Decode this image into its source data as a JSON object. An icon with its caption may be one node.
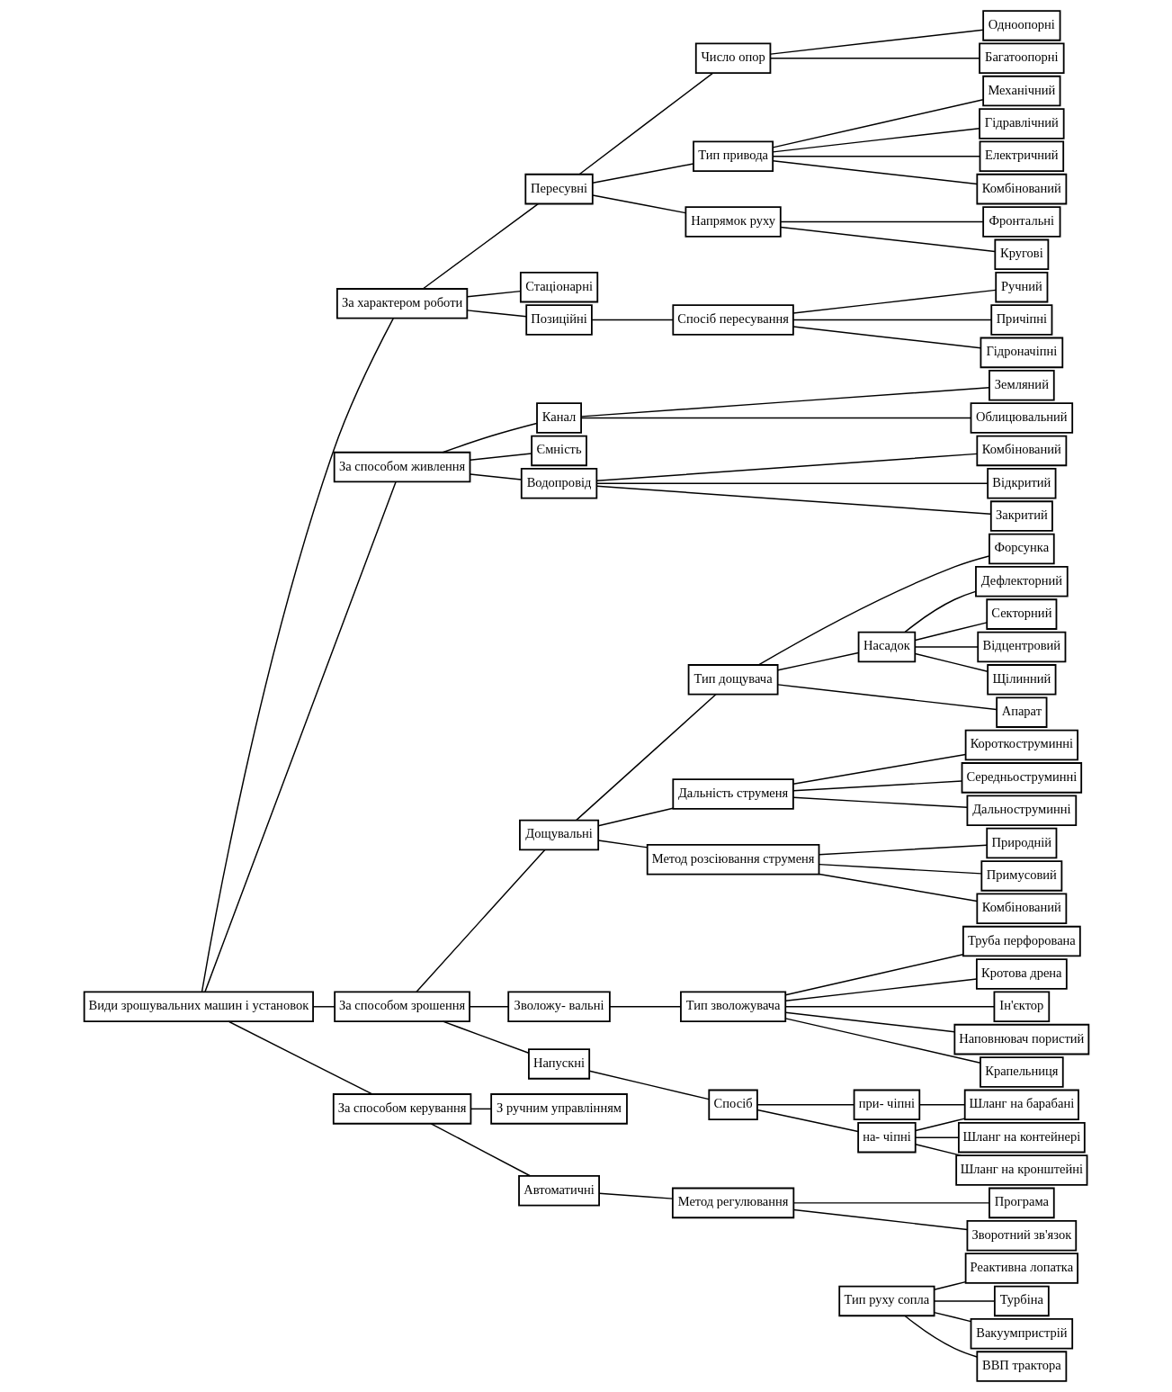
{
  "diagram": {
    "nodes": [
      {
        "text": [
          "Види зрошувальних машин і установок"
        ]
      },
      {
        "text": [
          "За характером роботи"
        ]
      },
      {
        "text": [
          "За способом живлення"
        ]
      },
      {
        "text": [
          "За способом зрошення"
        ]
      },
      {
        "text": [
          "За способом керування"
        ]
      },
      {
        "text": [
          "Пересувні"
        ]
      },
      {
        "text": [
          "Стаціонарні"
        ]
      },
      {
        "text": [
          "Позиційні"
        ]
      },
      {
        "text": [
          "Канал"
        ]
      },
      {
        "text": [
          "Ємність"
        ]
      },
      {
        "text": [
          "Водопровід"
        ]
      },
      {
        "text": [
          "Дощувальні"
        ]
      },
      {
        "text": [
          "Зволожу- вальні"
        ]
      },
      {
        "text": [
          "Напускні"
        ]
      },
      {
        "text": [
          "З ручним управлінням"
        ]
      },
      {
        "text": [
          "Автоматичні"
        ]
      },
      {
        "text": [
          "Число опор"
        ]
      },
      {
        "text": [
          "Тип привода"
        ]
      },
      {
        "text": [
          "Напрямок руху"
        ]
      },
      {
        "text": [
          "Спосіб пересування"
        ]
      },
      {
        "text": [
          "Земляний"
        ]
      },
      {
        "text": [
          "Облицювальний"
        ]
      },
      {
        "text": [
          "Комбінований"
        ]
      },
      {
        "text": [
          "Відкритий"
        ]
      },
      {
        "text": [
          "Закритий"
        ]
      },
      {
        "text": [
          "Тип дощувача"
        ]
      },
      {
        "text": [
          "Дальність струменя"
        ]
      },
      {
        "text": [
          "Метод розсіювання струменя"
        ]
      },
      {
        "text": [
          "Тип зволожувача"
        ]
      },
      {
        "text": [
          "Спосіб"
        ]
      },
      {
        "text": [
          "Метод регулювання"
        ]
      },
      {
        "text": [
          "Одноопорні"
        ]
      },
      {
        "text": [
          "Багатоопорні"
        ]
      },
      {
        "text": [
          "Фронтальні"
        ]
      },
      {
        "text": [
          "Кругові"
        ]
      },
      {
        "text": [
          "Ручний"
        ]
      },
      {
        "text": [
          "Причіпні"
        ]
      },
      {
        "text": [
          "Гідроначіпні"
        ]
      },
      {
        "text": [
          "Форсунка"
        ]
      },
      {
        "text": [
          "Насадок"
        ]
      },
      {
        "text": [
          "Апарат"
        ]
      },
      {
        "text": [
          "Короткоструминні"
        ]
      },
      {
        "text": [
          "Середньоструминні"
        ]
      },
      {
        "text": [
          "Дальноструминні"
        ]
      },
      {
        "text": [
          "Природній"
        ]
      },
      {
        "text": [
          "Примусовий"
        ]
      },
      {
        "text": [
          "Комбінований"
        ]
      },
      {
        "text": [
          "при- чіпні"
        ]
      },
      {
        "text": [
          "на- чіпні"
        ]
      },
      {
        "text": [
          "Програма"
        ]
      },
      {
        "text": [
          "Зворотний зв'язок"
        ]
      },
      {
        "text": [
          "Шланг на барабані"
        ]
      },
      {
        "text": [
          "Шланг на контейнері"
        ]
      },
      {
        "text": [
          "Шланг на кронштейні"
        ]
      },
      {
        "text": [
          "Механічний"
        ]
      },
      {
        "text": [
          "Гідравлічний"
        ]
      },
      {
        "text": [
          "Електричний"
        ]
      },
      {
        "text": [
          "Комбінований"
        ]
      },
      {
        "text": [
          "Дефлекторний"
        ]
      },
      {
        "text": [
          "Секторний"
        ]
      },
      {
        "text": [
          "Відцентровий"
        ]
      },
      {
        "text": [
          "Щілинний"
        ]
      },
      {
        "text": [
          "Тип руху сопла"
        ]
      },
      {
        "text": [
          "Реактивна лопатка"
        ]
      },
      {
        "text": [
          "Турбіна"
        ]
      },
      {
        "text": [
          "Вакуумпристрій"
        ]
      },
      {
        "text": [
          "ВВП трактора"
        ]
      },
      {
        "text": [
          "Труба перфорована"
        ]
      },
      {
        "text": [
          "Кротова дрена"
        ]
      },
      {
        "text": [
          "Ін'єктор"
        ]
      },
      {
        "text": [
          "Наповнювач пористий"
        ]
      },
      {
        "text": [
          "Крапельниця"
        ]
      }
    ],
    "edges": [
      {
        "from": 0,
        "to": 1,
        "arrow": "none"
      },
      {
        "from": 0,
        "to": 2,
        "arrow": "none"
      },
      {
        "from": 0,
        "to": 3,
        "arrow": "none"
      },
      {
        "from": 0,
        "to": 4,
        "arrow": "none"
      },
      {
        "from": 1,
        "to": 5,
        "arrow": "none"
      },
      {
        "from": 1,
        "to": 6,
        "arrow": "none"
      },
      {
        "from": 1,
        "to": 7,
        "arrow": "none"
      },
      {
        "from": 2,
        "to": 8,
        "arrow": "none"
      },
      {
        "from": 2,
        "to": 9,
        "arrow": "none"
      },
      {
        "from": 2,
        "to": 10,
        "arrow": "none"
      },
      {
        "from": 3,
        "to": 11,
        "arrow": "none"
      },
      {
        "from": 3,
        "to": 12,
        "arrow": "none"
      },
      {
        "from": 3,
        "to": 13,
        "arrow": "none"
      },
      {
        "from": 4,
        "to": 14,
        "arrow": "none"
      },
      {
        "from": 4,
        "to": 15,
        "arrow": "none"
      },
      {
        "from": 5,
        "to": 16,
        "arrow": "none"
      },
      {
        "from": 5,
        "to": 17,
        "arrow": "none"
      },
      {
        "from": 5,
        "to": 18,
        "arrow": "none"
      },
      {
        "from": 7,
        "to": 19,
        "arrow": "none"
      },
      {
        "from": 8,
        "to": 20,
        "arrow": "none"
      },
      {
        "from": 8,
        "to": 21,
        "arrow": "none"
      },
      {
        "from": 10,
        "to": 22,
        "arrow": "none"
      },
      {
        "from": 10,
        "to": 23,
        "arrow": "none"
      },
      {
        "from": 10,
        "to": 24,
        "arrow": "none"
      },
      {
        "from": 11,
        "to": 25,
        "arrow": "none"
      },
      {
        "from": 11,
        "to": 26,
        "arrow": "none"
      },
      {
        "from": 11,
        "to": 27,
        "arrow": "none"
      },
      {
        "from": 12,
        "to": 28,
        "arrow": "none"
      },
      {
        "from": 13,
        "to": 29,
        "arrow": "none"
      },
      {
        "from": 15,
        "to": 30,
        "arrow": "none"
      },
      {
        "from": 16,
        "to": 31,
        "arrow": "none"
      },
      {
        "from": 16,
        "to": 32,
        "arrow": "none"
      },
      {
        "from": 18,
        "to": 33,
        "arrow": "none"
      },
      {
        "from": 18,
        "to": 34,
        "arrow": "none"
      },
      {
        "from": 19,
        "to": 35,
        "arrow": "none"
      },
      {
        "from": 19,
        "to": 36,
        "arrow": "none"
      },
      {
        "from": 19,
        "to": 37,
        "arrow": "none"
      },
      {
        "from": 25,
        "to": 38,
        "arrow": "none"
      },
      {
        "from": 25,
        "to": 39,
        "arrow": "none"
      },
      {
        "from": 25,
        "to": 40,
        "arrow": "none"
      },
      {
        "from": 26,
        "to": 41,
        "arrow": "none"
      },
      {
        "from": 26,
        "to": 42,
        "arrow": "none"
      },
      {
        "from": 26,
        "to": 43,
        "arrow": "none"
      },
      {
        "from": 27,
        "to": 44,
        "arrow": "none"
      },
      {
        "from": 27,
        "to": 45,
        "arrow": "none"
      },
      {
        "from": 27,
        "to": 46,
        "arrow": "none"
      },
      {
        "from": 29,
        "to": 47,
        "arrow": "none"
      },
      {
        "from": 29,
        "to": 48,
        "arrow": "none"
      },
      {
        "from": 30,
        "to": 49,
        "arrow": "none"
      },
      {
        "from": 30,
        "to": 50,
        "arrow": "none"
      },
      {
        "from": 47,
        "to": 51,
        "arrow": "none"
      },
      {
        "from": 48,
        "to": 51,
        "arrow": "none"
      },
      {
        "from": 48,
        "to": 52,
        "arrow": "none"
      },
      {
        "from": 48,
        "to": 53,
        "arrow": "none"
      },
      {
        "from": 17,
        "to": 54,
        "arrow": "none"
      },
      {
        "from": 17,
        "to": 55,
        "arrow": "none"
      },
      {
        "from": 17,
        "to": 56,
        "arrow": "none"
      },
      {
        "from": 17,
        "to": 57,
        "arrow": "none"
      },
      {
        "from": 39,
        "to": 58,
        "arrow": "none"
      },
      {
        "from": 39,
        "to": 59,
        "arrow": "none"
      },
      {
        "from": 39,
        "to": 60,
        "arrow": "none"
      },
      {
        "from": 39,
        "to": 61,
        "arrow": "none"
      },
      {
        "from": 62,
        "to": 63,
        "arrow": "none"
      },
      {
        "from": 62,
        "to": 64,
        "arrow": "none"
      },
      {
        "from": 62,
        "to": 65,
        "arrow": "none"
      },
      {
        "from": 62,
        "to": 66,
        "arrow": "none"
      },
      {
        "from": 28,
        "to": 67,
        "arrow": "none"
      },
      {
        "from": 28,
        "to": 68,
        "arrow": "none"
      },
      {
        "from": 28,
        "to": 69,
        "arrow": "none"
      },
      {
        "from": 28,
        "to": 70,
        "arrow": "none"
      },
      {
        "from": 28,
        "to": 71,
        "arrow": "none"
      }
    ]
  }
}
